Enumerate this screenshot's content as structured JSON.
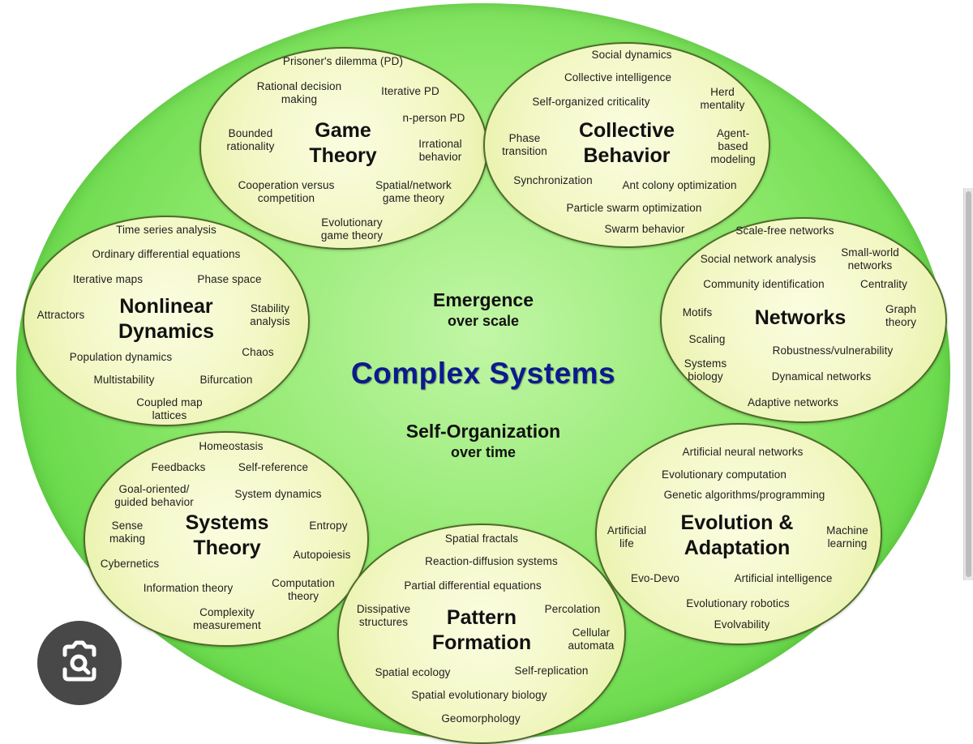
{
  "diagram": {
    "center": {
      "emergence": "Emergence",
      "emergence_sub": "over scale",
      "title": "Complex Systems",
      "self_org": "Self-Organization",
      "self_org_sub": "over time"
    },
    "circles": {
      "game_theory": {
        "title": "Game\nTheory",
        "items": [
          "Prisoner's dilemma (PD)",
          "Rational decision\nmaking",
          "Iterative PD",
          "n-person PD",
          "Bounded\nrationality",
          "Irrational\nbehavior",
          "Cooperation versus\ncompetition",
          "Spatial/network\ngame theory",
          "Evolutionary\ngame theory"
        ]
      },
      "collective_behavior": {
        "title": "Collective\nBehavior",
        "items": [
          "Social dynamics",
          "Collective intelligence",
          "Self-organized criticality",
          "Herd\nmentality",
          "Phase\ntransition",
          "Agent-\nbased\nmodeling",
          "Synchronization",
          "Ant colony optimization",
          "Particle swarm optimization",
          "Swarm behavior"
        ]
      },
      "networks": {
        "title": "Networks",
        "items": [
          "Scale-free networks",
          "Social network analysis",
          "Small-world\nnetworks",
          "Community identification",
          "Centrality",
          "Motifs",
          "Graph\ntheory",
          "Scaling",
          "Robustness/vulnerability",
          "Systems\nbiology",
          "Dynamical networks",
          "Adaptive networks"
        ]
      },
      "evolution": {
        "title": "Evolution &\nAdaptation",
        "items": [
          "Artificial neural networks",
          "Evolutionary computation",
          "Genetic algorithms/programming",
          "Artificial\nlife",
          "Machine\nlearning",
          "Evo-Devo",
          "Artificial intelligence",
          "Evolutionary robotics",
          "Evolvability"
        ]
      },
      "pattern": {
        "title": "Pattern\nFormation",
        "items": [
          "Spatial fractals",
          "Reaction-diffusion systems",
          "Partial differential equations",
          "Dissipative\nstructures",
          "Percolation",
          "Cellular\nautomata",
          "Spatial ecology",
          "Self-replication",
          "Spatial evolutionary biology",
          "Geomorphology"
        ]
      },
      "systems_theory": {
        "title": "Systems\nTheory",
        "items": [
          "Homeostasis",
          "Feedbacks",
          "Self-reference",
          "Goal-oriented/\nguided behavior",
          "System dynamics",
          "Sense\nmaking",
          "Entropy",
          "Cybernetics",
          "Autopoiesis",
          "Information theory",
          "Computation\ntheory",
          "Complexity\nmeasurement"
        ]
      },
      "nonlinear": {
        "title": "Nonlinear\nDynamics",
        "items": [
          "Time series analysis",
          "Ordinary differential equations",
          "Iterative maps",
          "Phase space",
          "Attractors",
          "Stability\nanalysis",
          "Population dynamics",
          "Chaos",
          "Multistability",
          "Bifurcation",
          "Coupled map\nlattices"
        ]
      }
    }
  },
  "overlay": {
    "search_button_icon": "camera-search-icon"
  }
}
